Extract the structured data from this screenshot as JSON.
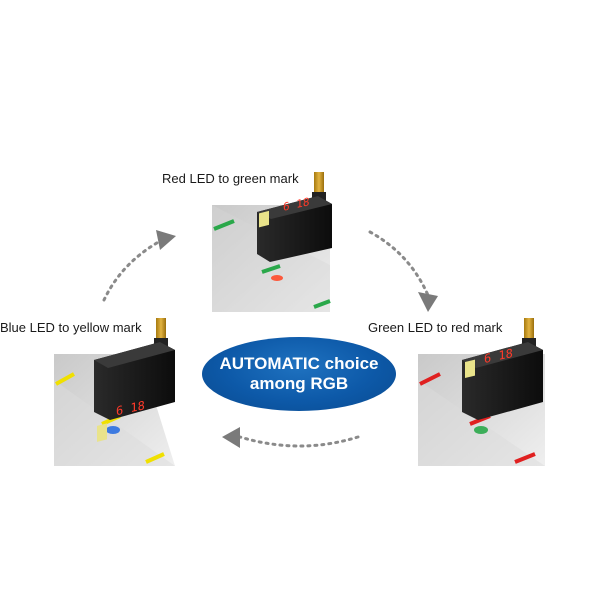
{
  "labels": {
    "top": "Red LED to green mark",
    "left": "Blue LED to yellow mark",
    "right": "Green LED to red mark"
  },
  "center": {
    "line1": "AUTOMATIC choice",
    "line2": "among RGB"
  },
  "sensor_display": "6 18",
  "colors": {
    "oval_blue": "#0d59a8",
    "green_mark": "#2aa84a",
    "red_mark": "#e02020",
    "yellow_mark": "#f0e000",
    "blue_led": "#2b6fe0",
    "arrow_gray": "#8a8a8a"
  }
}
